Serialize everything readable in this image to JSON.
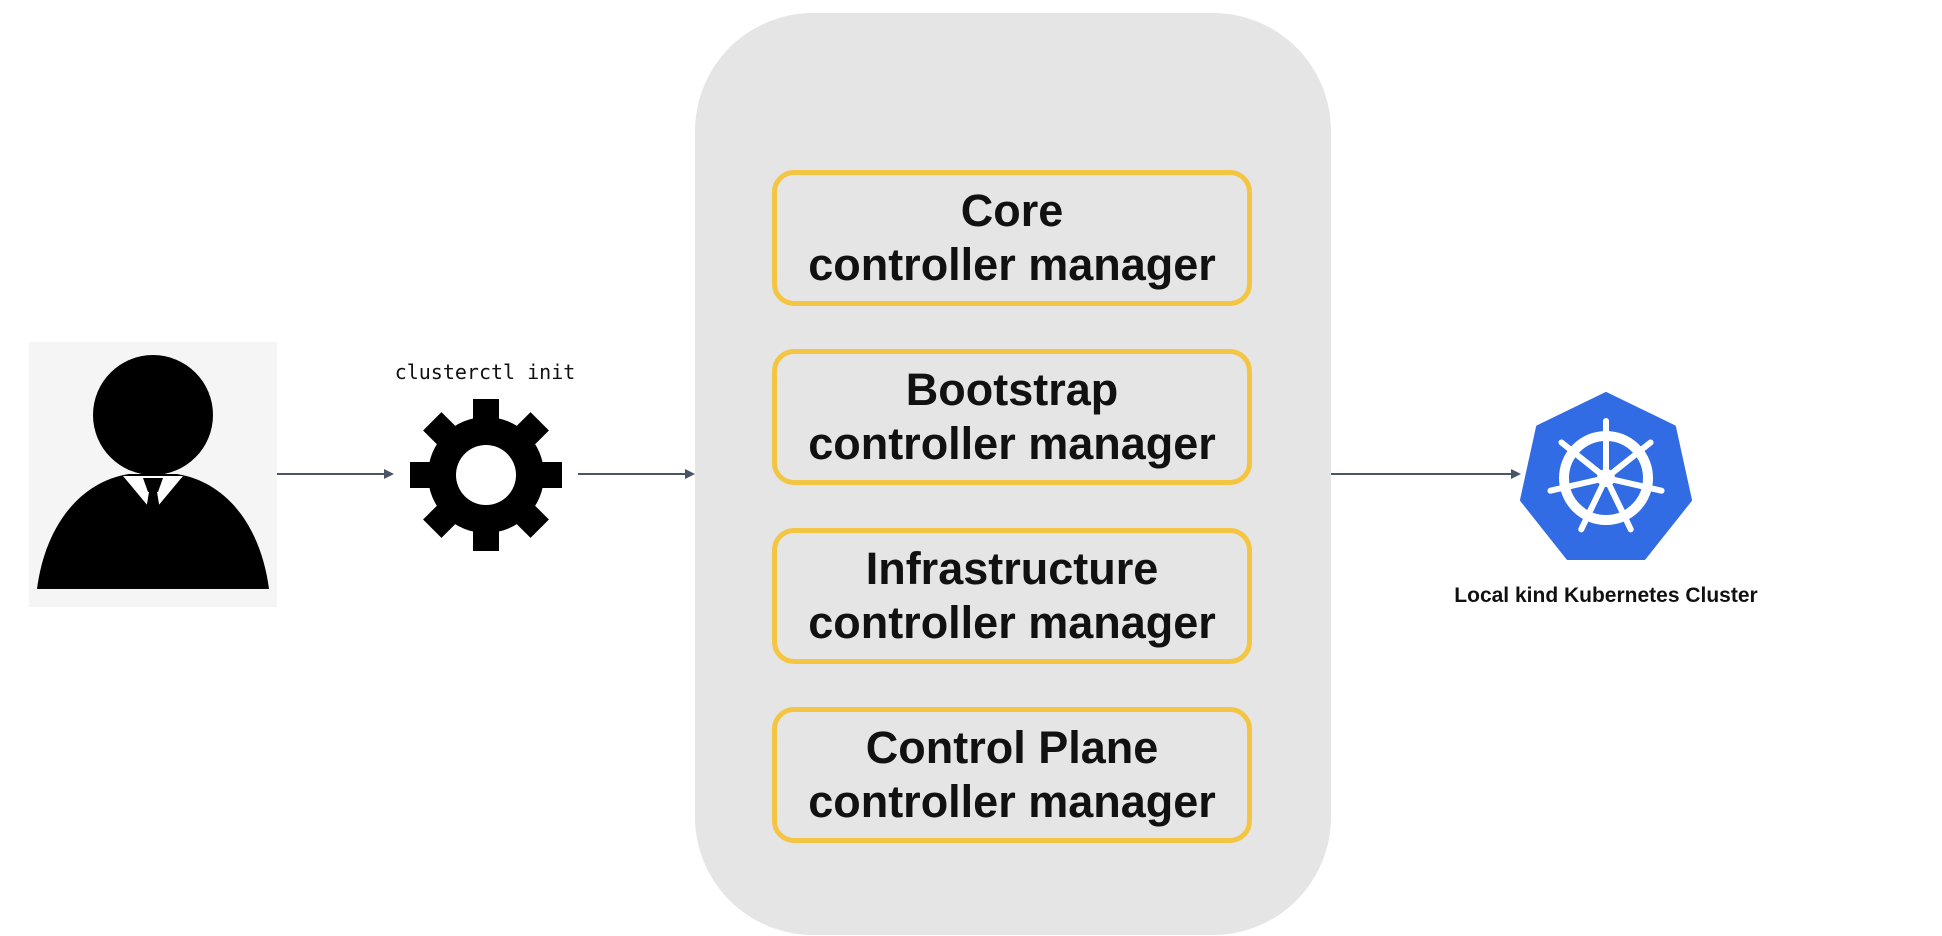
{
  "command": {
    "label": "clusterctl init",
    "icon": "gear-icon"
  },
  "user": {
    "icon": "user-icon"
  },
  "managers": [
    {
      "line1": "Core",
      "line2": "controller manager"
    },
    {
      "line1": "Bootstrap",
      "line2": "controller manager"
    },
    {
      "line1": "Infrastructure",
      "line2": "controller manager"
    },
    {
      "line1": "Control Plane",
      "line2": "controller manager"
    }
  ],
  "target": {
    "label": "Local kind Kubernetes Cluster",
    "icon": "kubernetes-icon"
  },
  "colors": {
    "panel": "#e5e5e5",
    "box_border": "#f4c542",
    "kubernetes_blue": "#326ce5",
    "arrow": "#4a5568"
  }
}
